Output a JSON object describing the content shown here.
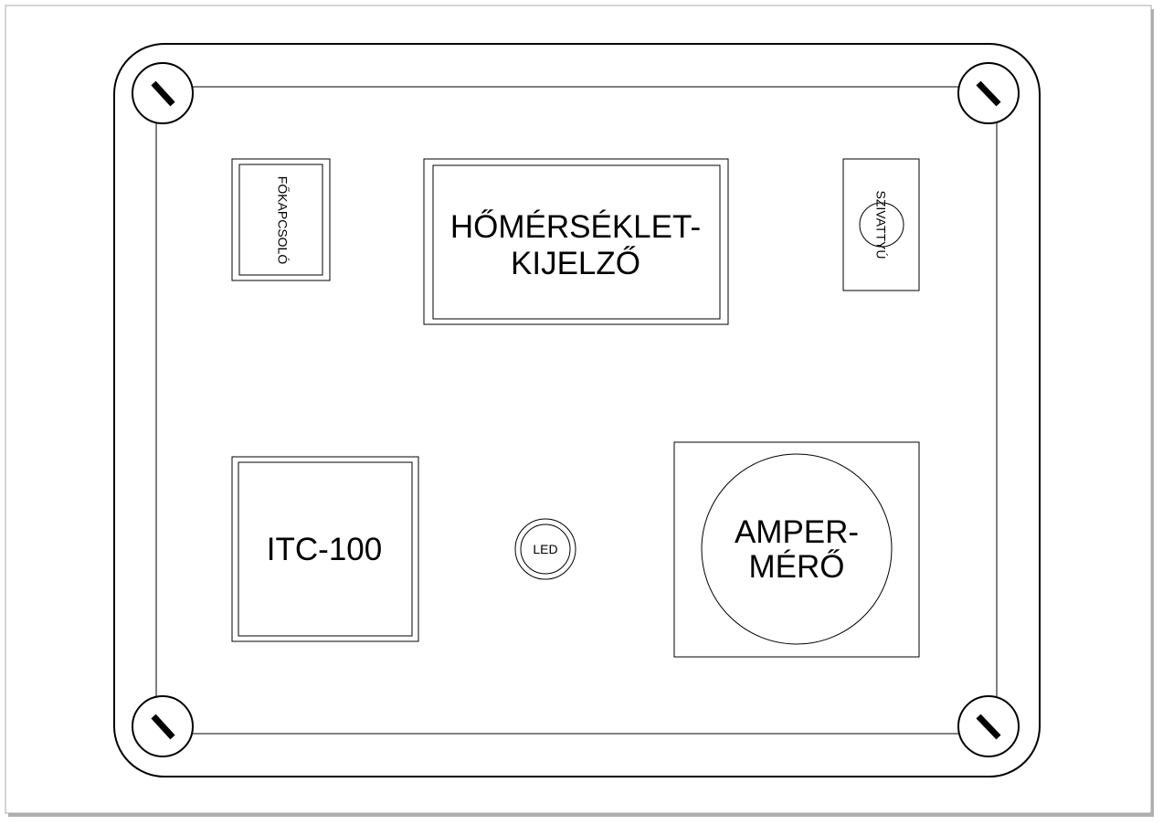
{
  "panel": {
    "main_switch_label": "FŐKAPCSOLÓ",
    "temperature_display_line1": "HŐMÉRSÉKLET-",
    "temperature_display_line2": "KIJELZŐ",
    "pump_label": "SZIVATTYÚ",
    "controller_label": "ITC-100",
    "led_label": "LED",
    "ammeter_line1": "AMPER-",
    "ammeter_line2": "MÉRŐ"
  },
  "colors": {
    "stroke": "#000000",
    "background": "#ffffff",
    "frame_shadow": "#b0b0b0"
  }
}
